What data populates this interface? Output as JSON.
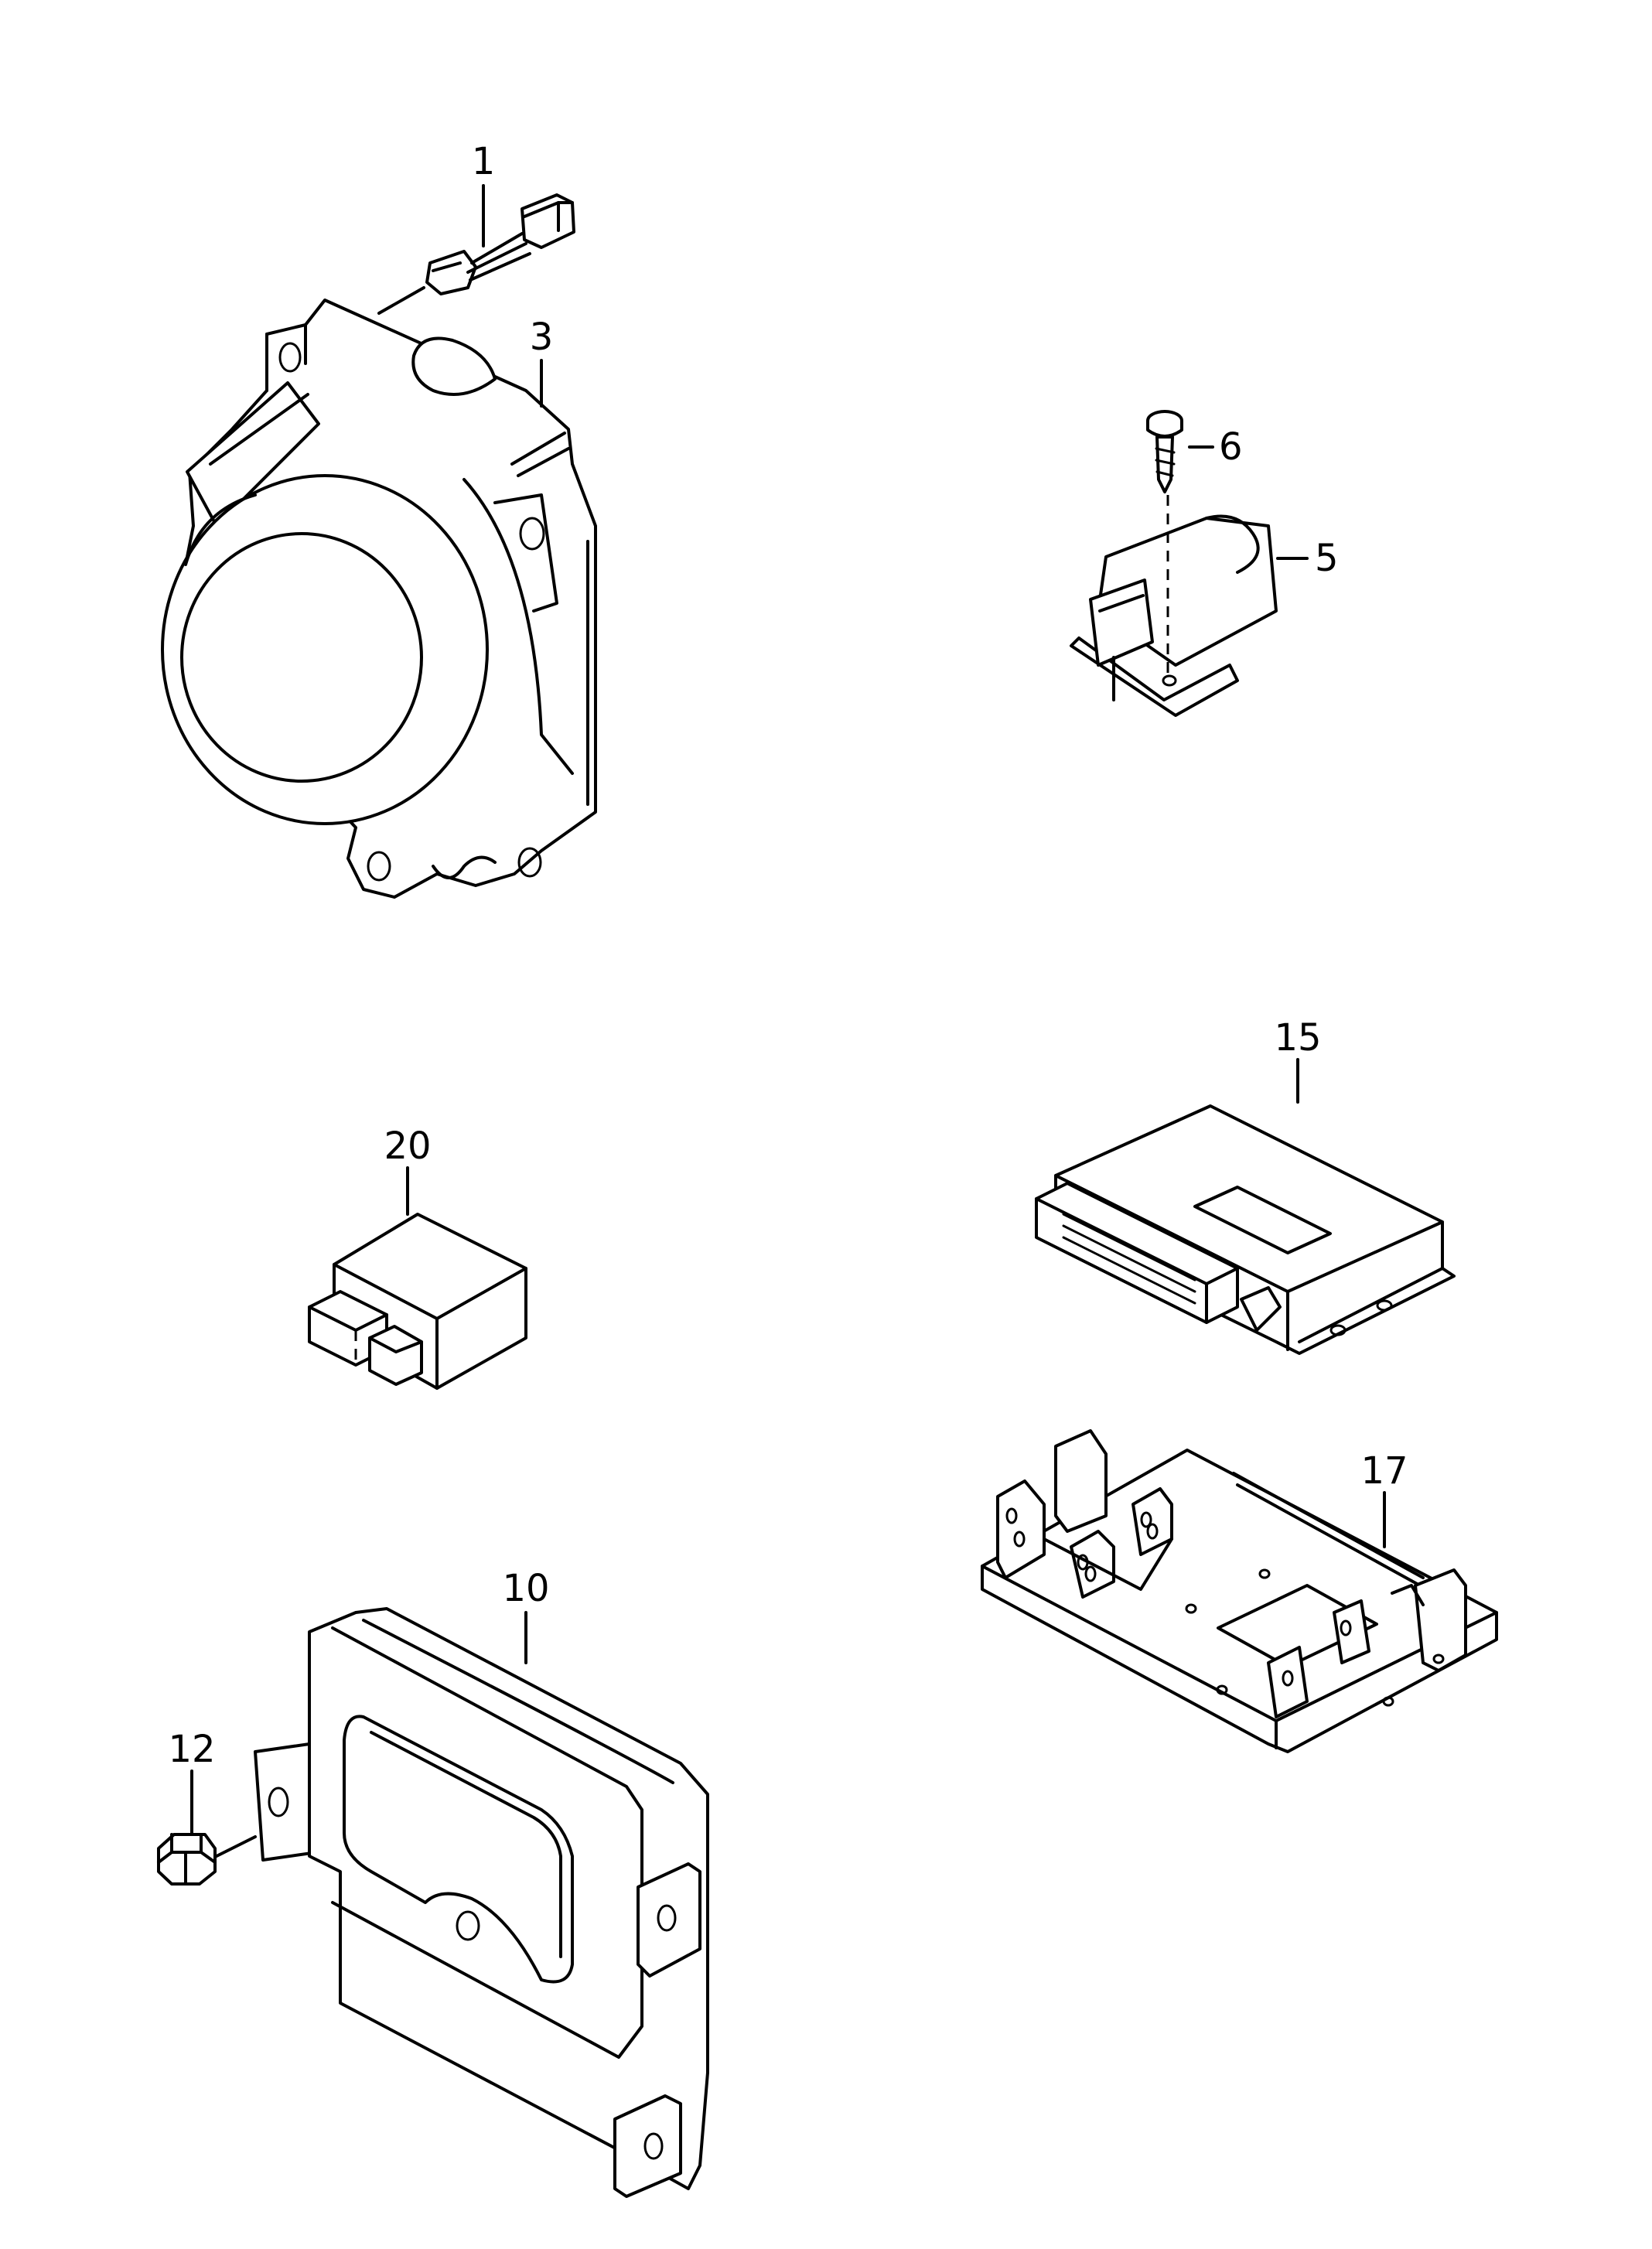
{
  "diagram": {
    "callouts": [
      {
        "id": "p1",
        "label": "1"
      },
      {
        "id": "p3",
        "label": "3"
      },
      {
        "id": "p5",
        "label": "5"
      },
      {
        "id": "p6",
        "label": "6"
      },
      {
        "id": "p10",
        "label": "10"
      },
      {
        "id": "p12",
        "label": "12"
      },
      {
        "id": "p15",
        "label": "15"
      },
      {
        "id": "p17",
        "label": "17"
      },
      {
        "id": "p20",
        "label": "20"
      }
    ]
  }
}
